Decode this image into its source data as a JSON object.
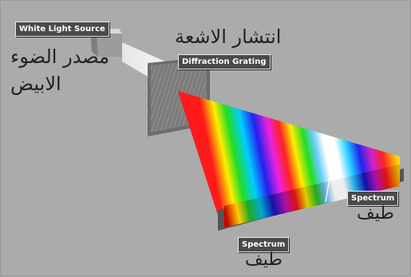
{
  "labels": {
    "light_source": "White Light Source",
    "grating": "Diffraction Grating",
    "spectrum_right": "Spectrum",
    "spectrum_bottom": "Spectrum"
  },
  "arabic": {
    "light_source_line1": "مصدر الضوء",
    "light_source_line2": "الابيض",
    "grating": "انتشار الاشعة",
    "spectrum_right": "طيف",
    "spectrum_bottom": "طيف"
  },
  "colors": {
    "background": "#ababab",
    "label_background": "#4a4a4a",
    "label_text": "#ffffff",
    "arabic_text": "#222222"
  }
}
